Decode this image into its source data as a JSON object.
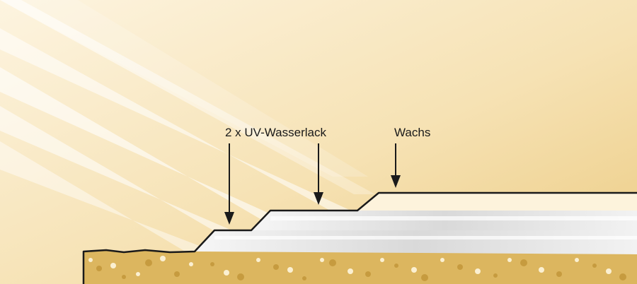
{
  "labels": {
    "uv_lacquer": "2 x UV-Wasserlack",
    "wax": "Wachs"
  },
  "colors": {
    "background_light": "#fbf0d8",
    "background_dark": "#efcf86",
    "light_beam": "#ffffff",
    "lacquer_layer": "#ececec",
    "wax_layer": "#fdf3dc",
    "wood_base": "#dcb65f",
    "outline": "#1a1a1a"
  },
  "layers": [
    "wood",
    "uv-lacquer-1",
    "uv-lacquer-2",
    "wax"
  ]
}
